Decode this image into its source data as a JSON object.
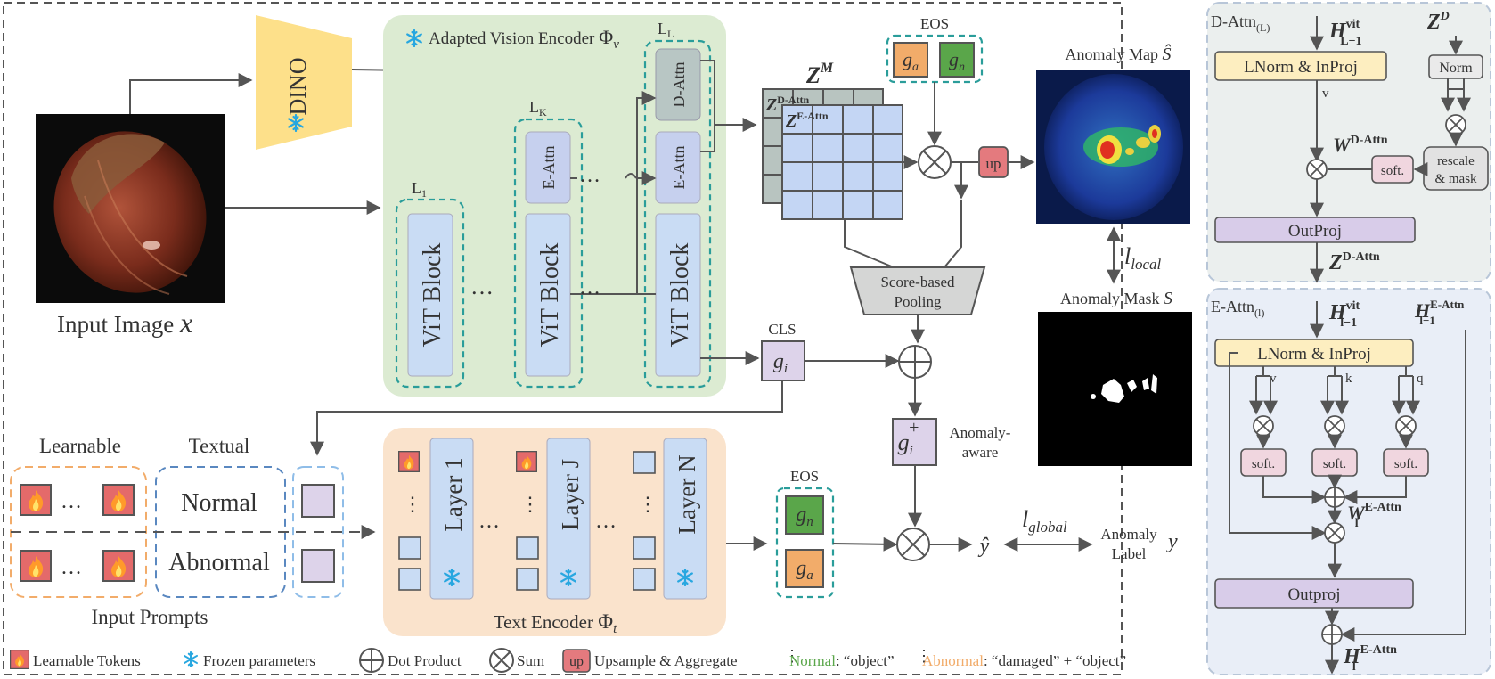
{
  "main": {
    "dino_label": "DINO",
    "input_image_label": "Input Image",
    "input_image_var": "x",
    "vision_encoder_label": "Adapted Vision Encoder",
    "vision_encoder_symbol": "Φ",
    "vision_encoder_sub": "v",
    "layer_l1": "L",
    "layer_l1_sub": "1",
    "layer_lk": "L",
    "layer_lk_sub": "K",
    "layer_ll": "L",
    "layer_ll_sub": "L",
    "vit_block": "ViT Block",
    "e_attn": "E-Attn",
    "d_attn": "D-Attn",
    "z_m": "Z",
    "z_m_sup": "M",
    "z_d_attn": "Z",
    "z_d_attn_sup": "D-Attn",
    "z_e_attn": "Z",
    "z_e_attn_sup": "E-Attn",
    "eos_top": "EOS",
    "eos_bottom": "EOS",
    "g_a": "g",
    "g_a_sub": "a",
    "g_n": "g",
    "g_n_sub": "n",
    "up": "up",
    "anomaly_map_label": "Anomaly Map",
    "anomaly_map_var": "Ŝ",
    "l_local": "l",
    "l_local_sub": "local",
    "anomaly_mask_label": "Anomaly Mask",
    "anomaly_mask_var": "S",
    "pooling_line1": "Score-based",
    "pooling_line2": "Pooling",
    "cls": "CLS",
    "g_i": "g",
    "g_i_sub": "i",
    "g_i_plus_sup": "+",
    "anomaly_aware_1": "Anomaly-",
    "anomaly_aware_2": "aware",
    "learnable": "Learnable",
    "textual": "Textual",
    "normal": "Normal",
    "abnormal": "Abnormal",
    "input_prompts": "Input Prompts",
    "layer_1": "Layer 1",
    "layer_j": "Layer J",
    "layer_n": "Layer N",
    "text_encoder": "Text Encoder",
    "text_encoder_symbol": "Φ",
    "text_encoder_sub": "t",
    "y_hat": "ŷ",
    "l_global": "l",
    "l_global_sub": "global",
    "anomaly_label_1": "Anomaly",
    "anomaly_label_2": "Label",
    "anomaly_label_var": "y",
    "dots": "…",
    "vdots": "⋮"
  },
  "legend": {
    "learnable_tokens": "Learnable Tokens",
    "frozen_parameters": "Frozen parameters",
    "dot_product": "Dot Product",
    "sum": "Sum",
    "up": "up",
    "upsample_aggregate": "Upsample & Aggregate",
    "normal_key": "Normal",
    "normal_val": ": “object”",
    "abnormal_key": "Abnormal",
    "abnormal_val": ": “damaged” + “object”"
  },
  "d_attn_panel": {
    "title": "D-Attn",
    "title_sub": "(L)",
    "h_in": "H",
    "h_in_sup": "vit",
    "h_in_sub": "L−1",
    "z_d": "Z",
    "z_d_sup": "D",
    "lnorm": "LNorm & InProj",
    "norm": "Norm",
    "v": "v",
    "w_label": "W",
    "w_sup": "D-Attn",
    "soft": "soft.",
    "rescale_1": "rescale",
    "rescale_2": "& mask",
    "outproj": "OutProj",
    "z_out": "Z",
    "z_out_sup": "D-Attn"
  },
  "e_attn_panel": {
    "title": "E-Attn",
    "title_sub": "(l)",
    "h_in": "H",
    "h_in_sup": "vit",
    "h_in_sub": "l−1",
    "h_prev": "H",
    "h_prev_sup": "E-Attn",
    "h_prev_sub": "l−1",
    "lnorm": "LNorm & InProj",
    "v": "v",
    "k": "k",
    "q": "q",
    "soft": "soft.",
    "w_label": "W",
    "w_sup": "E-Attn",
    "w_sub": "l",
    "outproj": "Outproj",
    "h_out": "H",
    "h_out_sup": "E-Attn",
    "h_out_sub": "l"
  },
  "colors": {
    "green_panel": "#dcebd2",
    "orange_panel": "#fae3cc",
    "dino": "#fde08a",
    "vit_block": "#c9dcf4",
    "attn_block": "#c6d0ee",
    "d_attn_block": "#b8c6c4",
    "teal_dash": "#2a9d9a",
    "gi_box": "#ddd3ea",
    "up_box": "#e47a7e",
    "lnorm": "#fdeec0",
    "outproj": "#d8cce9",
    "soft": "#f0d6df",
    "grid_front": "#c4d6f4",
    "grid_back": "#b8c4c0",
    "ga": "#f2ac6a",
    "gn": "#5aa64a",
    "normal_text": "#5aa64a",
    "abnormal_text": "#f2ac6a",
    "snow": "#28a7e0",
    "d_panel_bg": "#ebefee",
    "e_panel_bg": "#e9eef7"
  }
}
